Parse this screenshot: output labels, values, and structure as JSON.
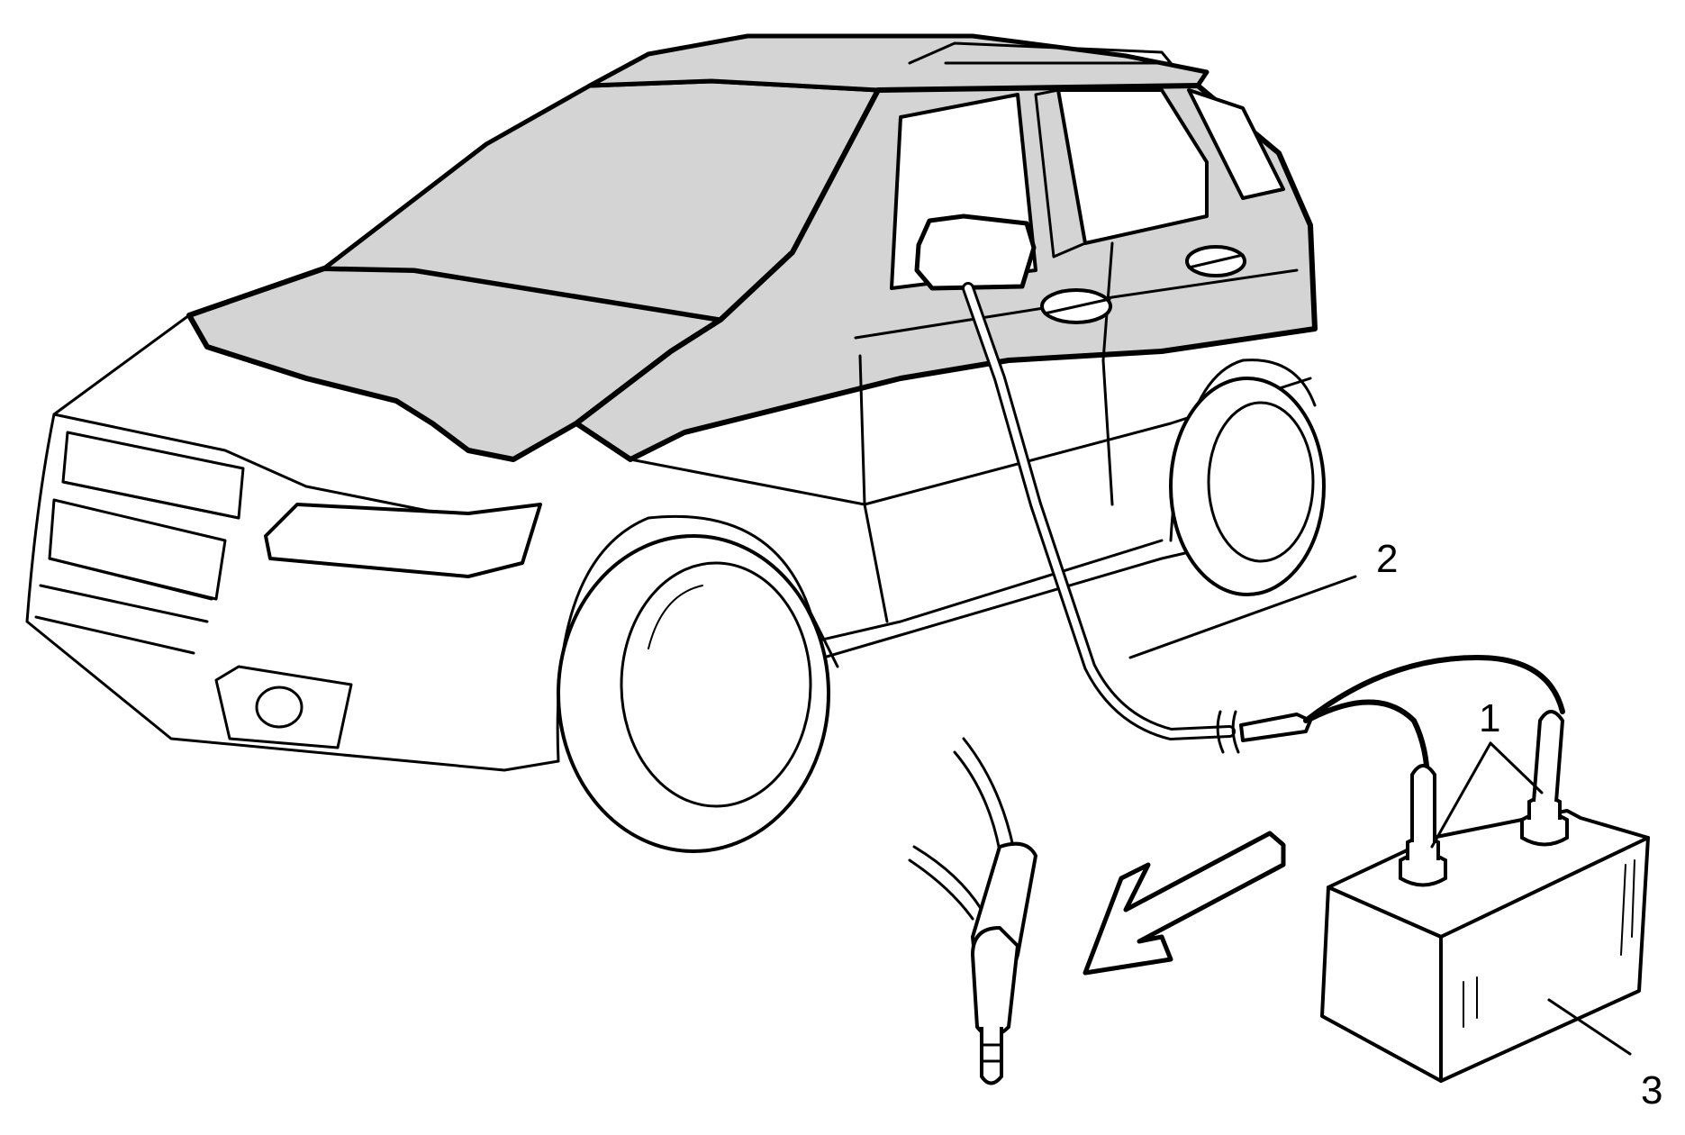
{
  "callouts": {
    "one": "1",
    "two": "2",
    "three": "3"
  },
  "colors": {
    "line": "#000000",
    "shade": "#d4d4d4",
    "background": "#ffffff"
  },
  "icons": {
    "arrow": "direction-arrow-icon",
    "connector": "cigarette-lighter-plug-icon"
  }
}
